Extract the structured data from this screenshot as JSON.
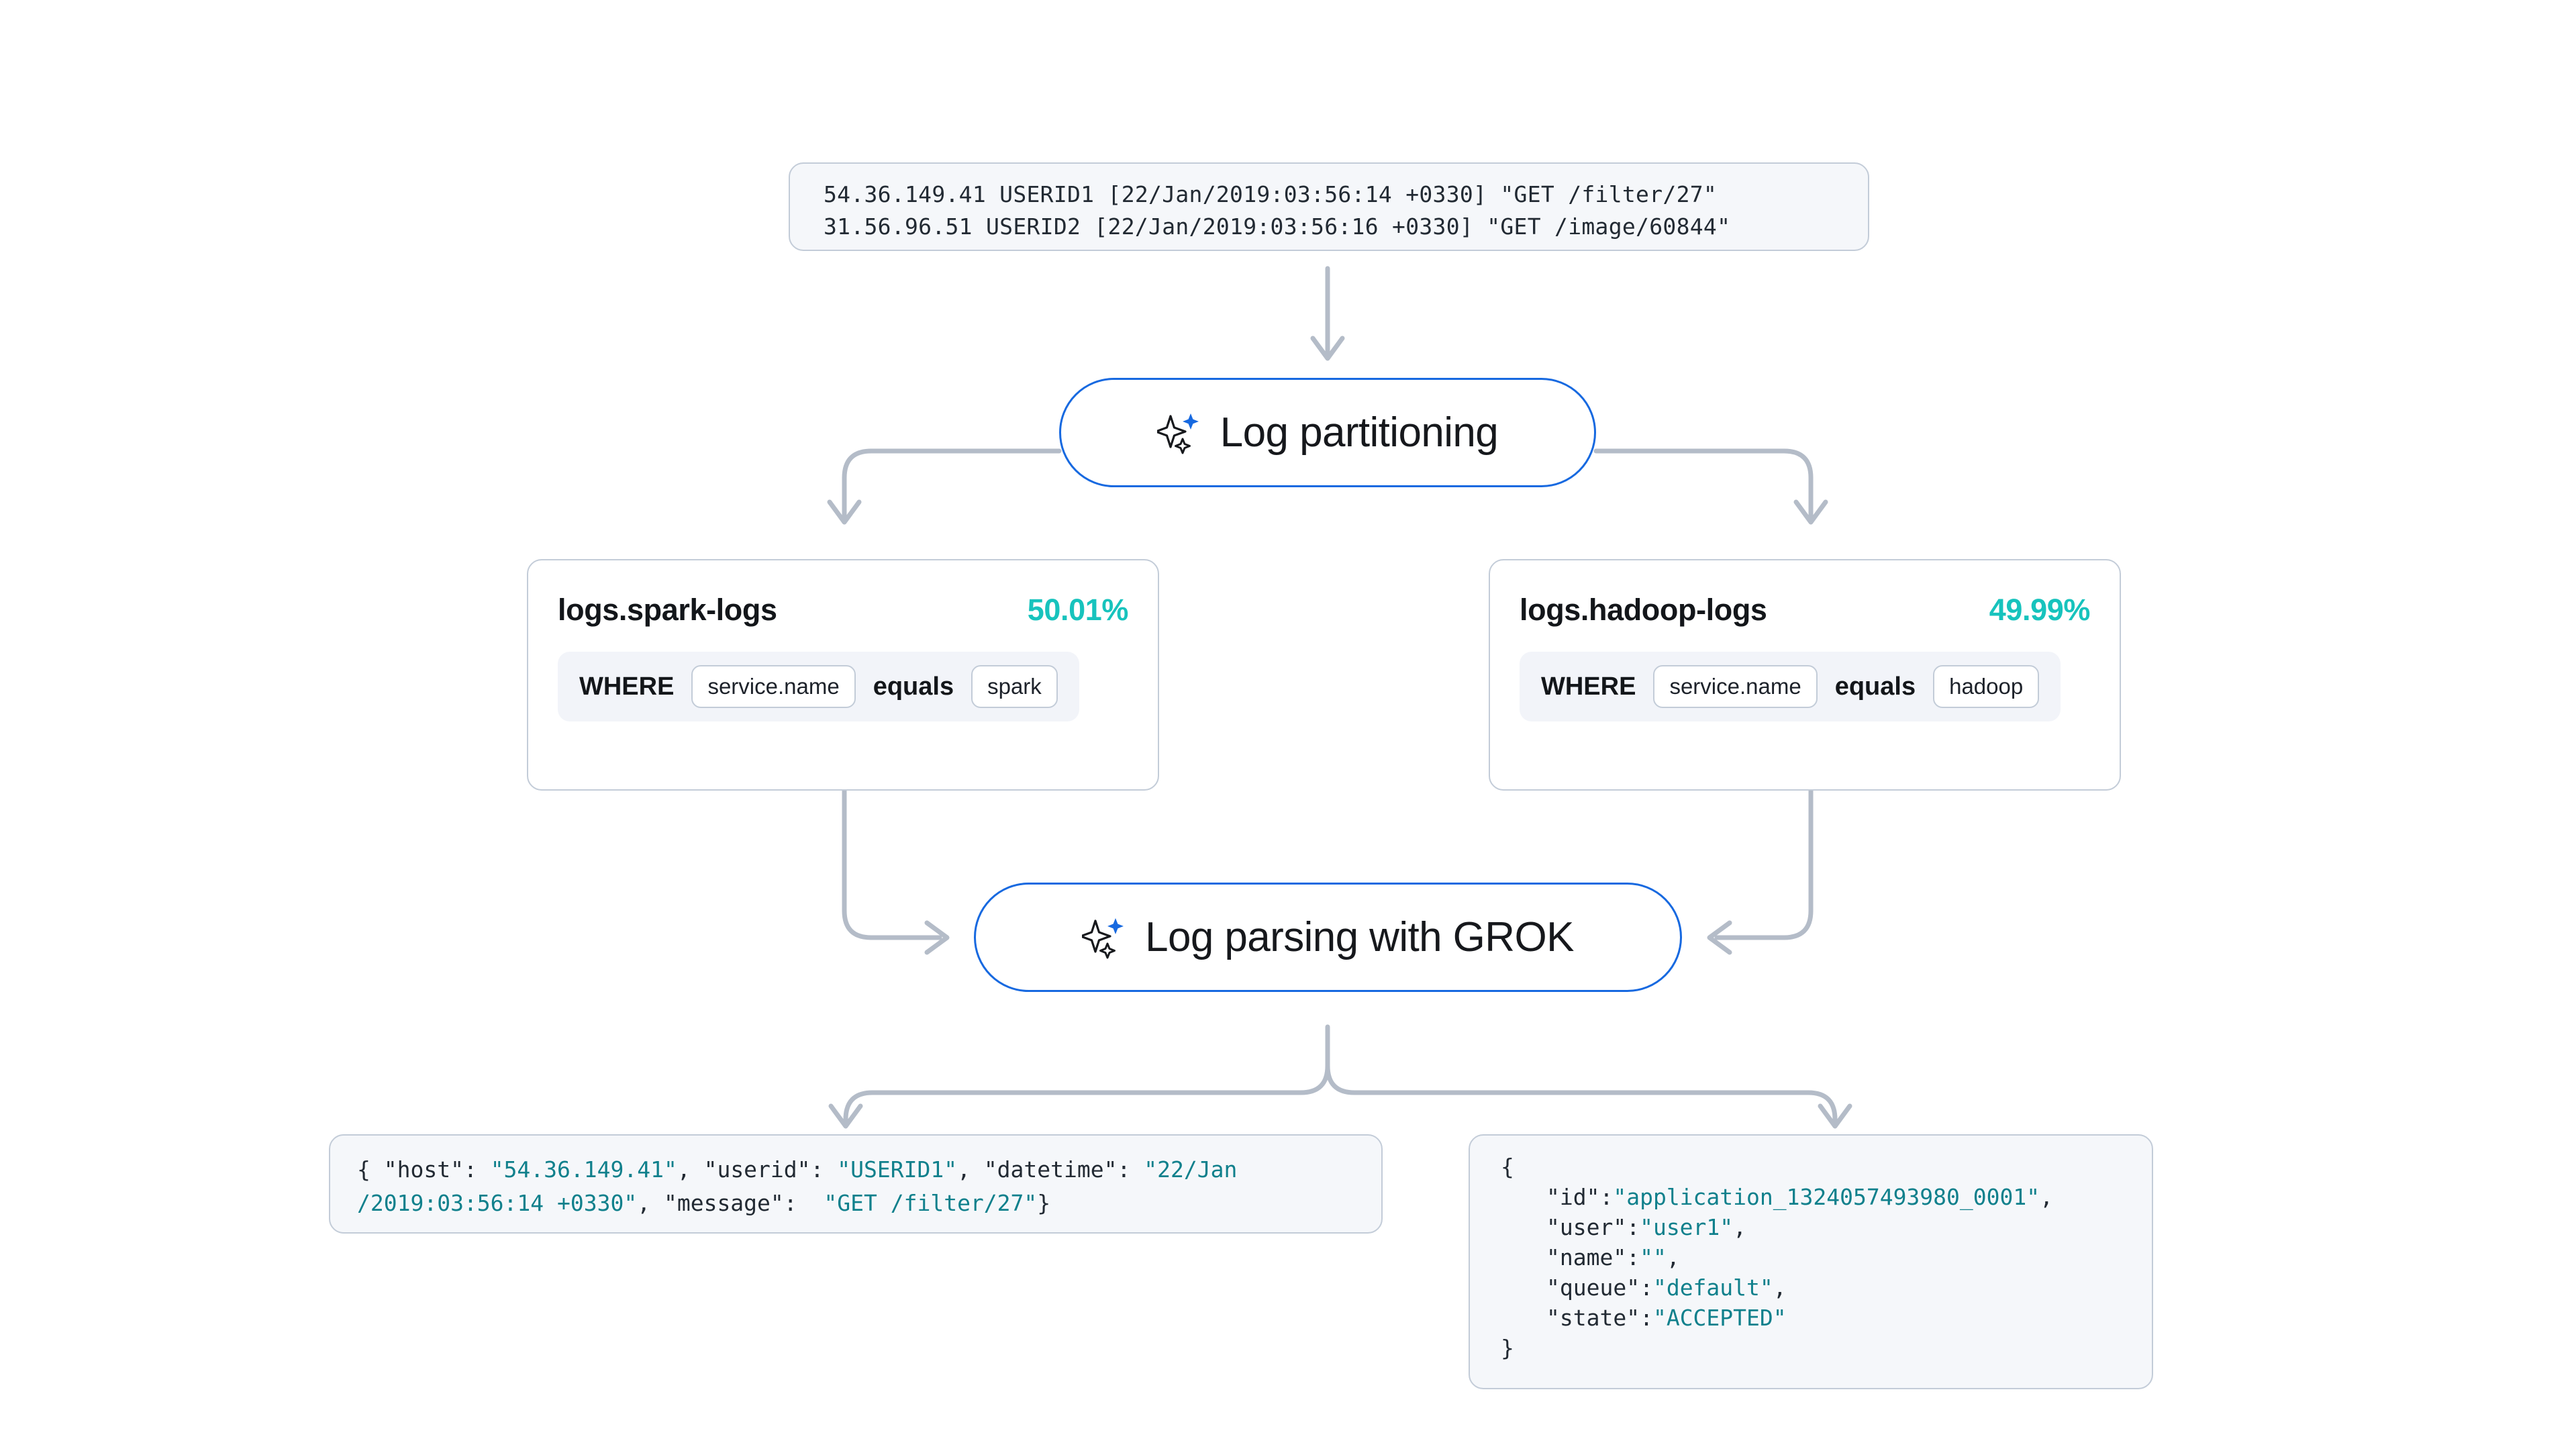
{
  "diagram": {
    "title": "Log partitioning and GROK parsing pipeline",
    "colors": {
      "node_border_blue": "#1769e0",
      "sparkle_blue": "#1769e0",
      "percent_teal": "#17c3bd",
      "json_string_teal": "#10808c",
      "panel_bg": "#f5f7fa",
      "panel_border": "#c3ccd8",
      "edge_gray": "#b4bcc8",
      "where_bar_bg": "#f2f4f9"
    }
  },
  "raw_log": {
    "lines": [
      "54.36.149.41 USERID1 [22/Jan/2019:03:56:14 +0330] \"GET /filter/27\"",
      "31.56.96.51 USERID2 [22/Jan/2019:03:56:16 +0330] \"GET /image/60844\""
    ]
  },
  "nodes": {
    "partitioning": {
      "label": "Log partitioning",
      "icon": "sparkle-icon"
    },
    "grok": {
      "label": "Log parsing with GROK",
      "icon": "sparkle-icon"
    }
  },
  "cards": [
    {
      "title": "logs.spark-logs",
      "percent": "50.01%",
      "where_keyword": "WHERE",
      "field": "service.name",
      "operator": "equals",
      "value": "spark"
    },
    {
      "title": "logs.hadoop-logs",
      "percent": "49.99%",
      "where_keyword": "WHERE",
      "field": "service.name",
      "operator": "equals",
      "value": "hadoop"
    }
  ],
  "outputs": {
    "left": {
      "line1_pre": "{ \"host\": ",
      "line1_v1": "\"54.36.149.41\"",
      "line1_mid1": ", \"userid\": ",
      "line1_v2": "\"USERID1\"",
      "line1_mid2": ", \"datetime\": ",
      "line1_v3": "\"22/Jan",
      "line2_v3b": "/2019:03:56:14 +0330\"",
      "line2_mid": ", \"message\":  ",
      "line2_v4": "\"GET /filter/27\"",
      "line2_end": "}"
    },
    "right": {
      "open_brace": "{",
      "rows": [
        {
          "key": "\"id\":",
          "value": "\"application_1324057493980_0001\"",
          "comma": ","
        },
        {
          "key": "\"user\":",
          "value": "\"user1\"",
          "comma": ","
        },
        {
          "key": "\"name\":",
          "value": "\"\"",
          "comma": ","
        },
        {
          "key": "\"queue\":",
          "value": "\"default\"",
          "comma": ","
        },
        {
          "key": "\"state\":",
          "value": "\"ACCEPTED\"",
          "comma": ""
        }
      ],
      "close_brace": "}"
    }
  }
}
